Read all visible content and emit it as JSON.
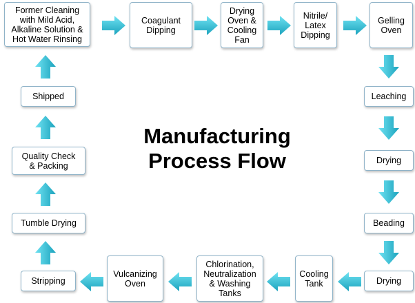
{
  "title": "Manufacturing\nProcess Flow",
  "colors": {
    "arrow_light": "#4fd6ea",
    "arrow_dark": "#1a9bb3",
    "box_border": "#8fb3c8"
  },
  "steps": {
    "former_cleaning": "Former Cleaning\nwith Mild Acid,\nAlkaline Solution &\nHot Water Rinsing",
    "coagulant_dipping": "Coagulant\nDipping",
    "drying_oven_cooling_fan": "Drying\nOven &\nCooling\nFan",
    "nitrile_latex_dipping": "Nitrile/\nLatex\nDipping",
    "gelling_oven": "Gelling\nOven",
    "leaching": "Leaching",
    "drying_1": "Drying",
    "beading": "Beading",
    "drying_2": "Drying",
    "cooling_tank": "Cooling\nTank",
    "chlorination": "Chlorination,\nNeutralization\n& Washing\nTanks",
    "vulcanizing_oven": "Vulcanizing\nOven",
    "stripping": "Stripping",
    "tumble_drying": "Tumble Drying",
    "quality_check": "Quality Check\n& Packing",
    "shipped": "Shipped"
  }
}
